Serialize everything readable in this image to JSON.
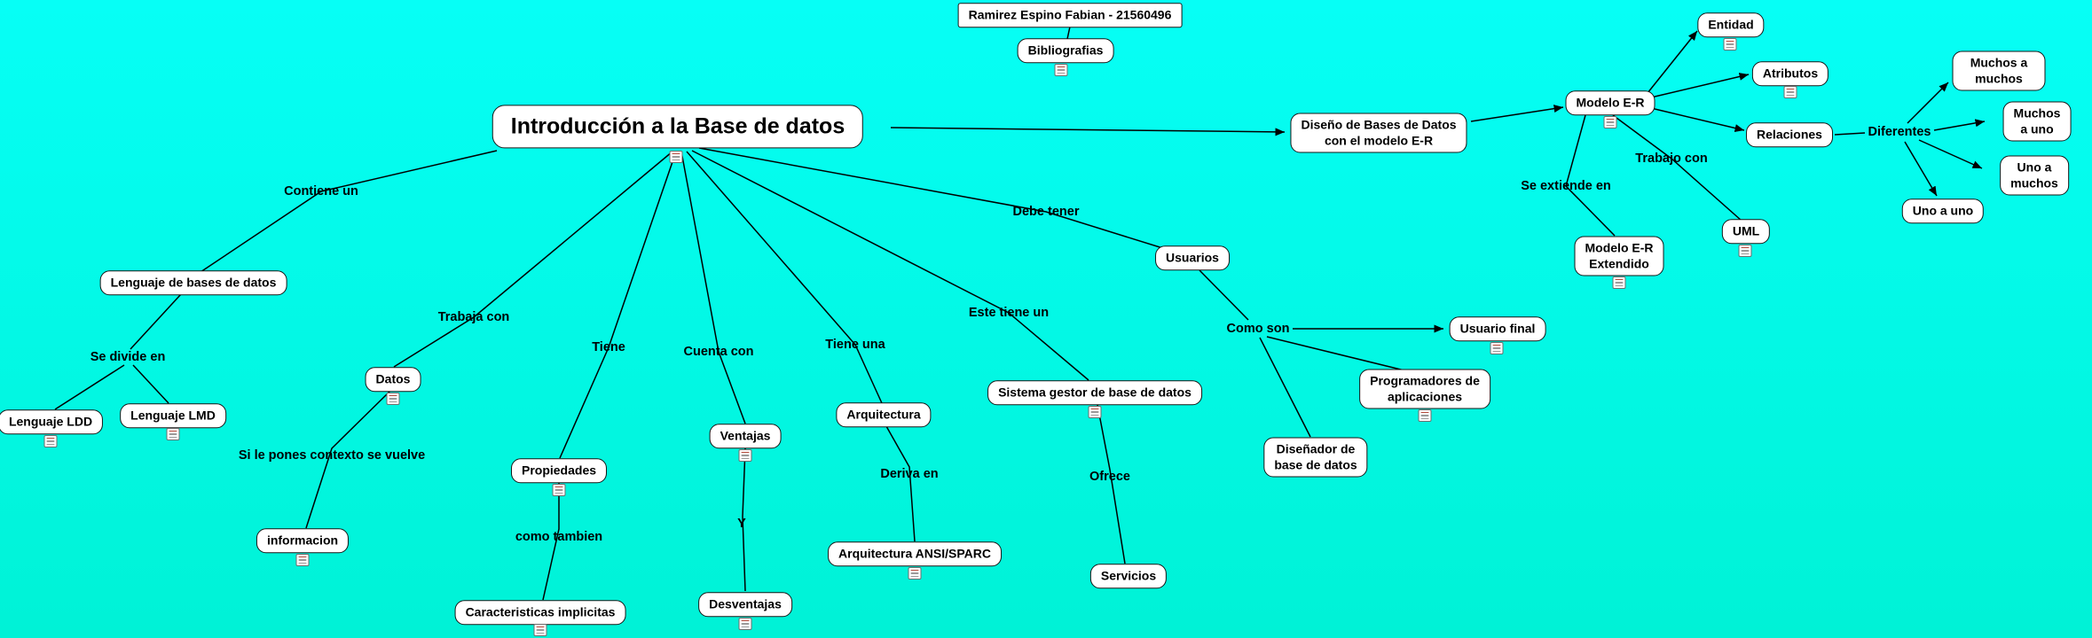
{
  "map": {
    "colors": {
      "background_top": "#06fff6",
      "background_bottom": "#00f2d6",
      "node_fill": "#ffffff",
      "node_border": "#161616",
      "line": "#000000",
      "text": "#000000"
    }
  },
  "nodes": {
    "author": "Ramirez Espino Fabian - 21560496",
    "bibliografias": "Bibliografias",
    "intro": "Introducción a la Base de datos",
    "diseno_er": "Diseño de Bases de Datos\ncon el modelo E-R",
    "modelo_er": "Modelo E-R",
    "entidad": "Entidad",
    "atributos": "Atributos",
    "relaciones": "Relaciones",
    "muchos_a_muchos": "Muchos a muchos",
    "muchos_a_uno": "Muchos a uno",
    "uno_a_muchos": "Uno a muchos",
    "uno_a_uno": "Uno a uno",
    "uml": "UML",
    "modelo_er_extendido": "Modelo E-R\nExtendido",
    "lenguaje_bd": "Lenguaje de bases de datos",
    "lenguaje_ldd": "Lenguaje LDD",
    "lenguaje_lmd": "Lenguaje LMD",
    "datos": "Datos",
    "informacion": "informacion",
    "propiedades": "Propiedades",
    "caracteristicas_implicitas": "Caracteristicas implicitas",
    "ventajas": "Ventajas",
    "desventajas": "Desventajas",
    "arquitectura": "Arquitectura",
    "arquitectura_ansi_sparc": "Arquitectura ANSI/SPARC",
    "sistema_gestor": "Sistema gestor de base de datos",
    "servicios": "Servicios",
    "usuarios": "Usuarios",
    "usuario_final": "Usuario final",
    "programadores": "Programadores de\naplicaciones",
    "disenador": "Diseñador de\nbase de datos"
  },
  "link_labels": {
    "contiene_un": "Contiene un",
    "trabaja_con": "Trabaja con",
    "tiene": "Tiene",
    "cuenta_con": "Cuenta con",
    "tiene_una": "Tiene una",
    "debe_tener": "Debe tener",
    "este_tiene_un": "Este tiene un",
    "se_divide_en": "Se divide en",
    "si_le_pones": "Si le pones contexto se vuelve",
    "como_tambien": "como tambien",
    "y": "Y",
    "deriva_en": "Deriva en",
    "ofrece": "Ofrece",
    "como_son": "Como son",
    "se_extiende_en": "Se extiende en",
    "trabajo_con": "Trabajo con",
    "diferentes": "Diferentes"
  }
}
